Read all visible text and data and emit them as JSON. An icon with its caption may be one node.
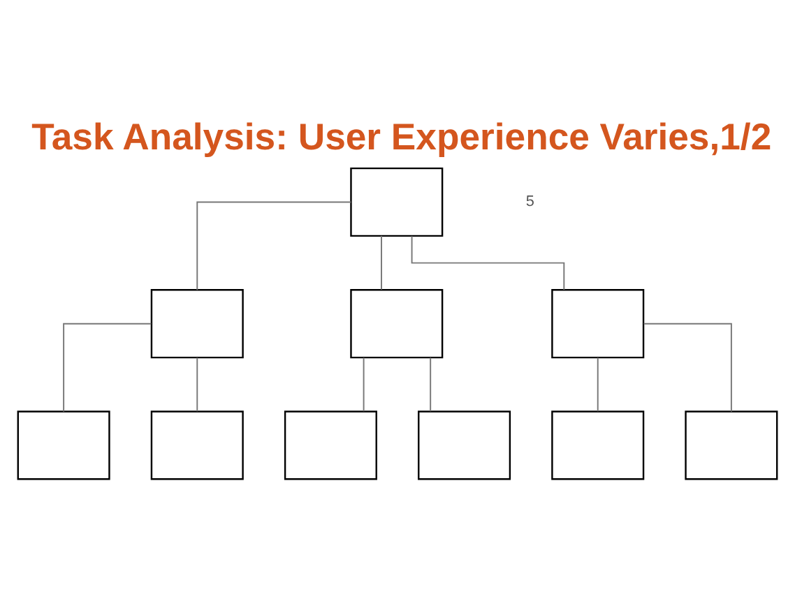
{
  "diagram": {
    "title": "Task Analysis: User Experience Varies,1/2",
    "nodes": [
      {
        "text": [],
        "shape": "box"
      },
      {
        "text": [],
        "shape": "box"
      },
      {
        "text": [],
        "shape": "box"
      },
      {
        "text": [],
        "shape": "box"
      },
      {
        "text": [],
        "shape": "box"
      },
      {
        "text": [],
        "shape": "box"
      },
      {
        "text": [],
        "shape": "box"
      },
      {
        "text": [],
        "shape": "box"
      },
      {
        "text": [],
        "shape": "box"
      },
      {
        "text": [],
        "shape": "box"
      }
    ],
    "edges": [
      {
        "from": 0,
        "to": 1,
        "arrow": "none"
      },
      {
        "from": 0,
        "to": 2,
        "arrow": "none"
      },
      {
        "from": 0,
        "to": 3,
        "arrow": "none"
      },
      {
        "from": 1,
        "to": 4,
        "arrow": "none"
      },
      {
        "from": 1,
        "to": 5,
        "arrow": "none"
      },
      {
        "from": 2,
        "to": 6,
        "arrow": "none"
      },
      {
        "from": 2,
        "to": 7,
        "arrow": "none"
      },
      {
        "from": 3,
        "to": 8,
        "arrow": "none"
      },
      {
        "from": 3,
        "to": 9,
        "arrow": "none"
      }
    ],
    "labels": [
      "5"
    ]
  }
}
